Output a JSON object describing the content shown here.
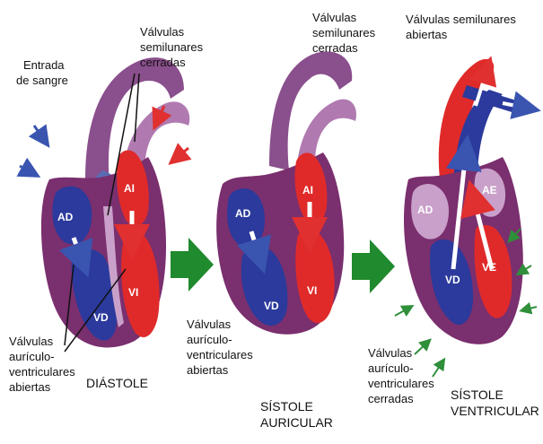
{
  "panels": [
    {
      "name": "diastole",
      "callouts": {
        "inflow": [
          "Entrada",
          "de sangre"
        ],
        "semilunar": [
          "Válvulas",
          "semilunares",
          "cerradas"
        ],
        "av": [
          "Válvulas",
          "aurículo-",
          "ventriculares",
          "abiertas"
        ]
      },
      "caption": [
        "DIÁSTOLE"
      ],
      "chambers": [
        "AD",
        "AI",
        "VD",
        "VI"
      ]
    },
    {
      "name": "atrial-systole",
      "callouts": {
        "semilunar": [
          "Válvulas",
          "semilunares",
          "cerradas"
        ],
        "av": [
          "Válvulas",
          "aurículo-",
          "ventriculares",
          "abiertas"
        ]
      },
      "caption": [
        "SÍSTOLE",
        "AURICULAR"
      ],
      "chambers": [
        "AD",
        "AI",
        "VD",
        "VI"
      ]
    },
    {
      "name": "ventricular-systole",
      "callouts": {
        "semilunar": [
          "Válvulas semilunares",
          "abiertas"
        ],
        "av": [
          "Válvulas",
          "aurículo-",
          "ventriculares",
          "cerradas"
        ]
      },
      "caption": [
        "SÍSTOLE",
        "VENTRICULAR"
      ],
      "chambers": [
        "AD",
        "AE",
        "VD",
        "VE"
      ]
    }
  ],
  "colors": {
    "myocardium": "#7a2f6e",
    "right_blood": "#2b3a9c",
    "left_blood": "#e02a2a",
    "vessel": "#8a4f8d",
    "step_arrow": "#1f8a2e",
    "inflow_arrow_blue": "#3a55b0",
    "inflow_arrow_red": "#e03030",
    "contraction_arrow": "#2f8f3a"
  }
}
